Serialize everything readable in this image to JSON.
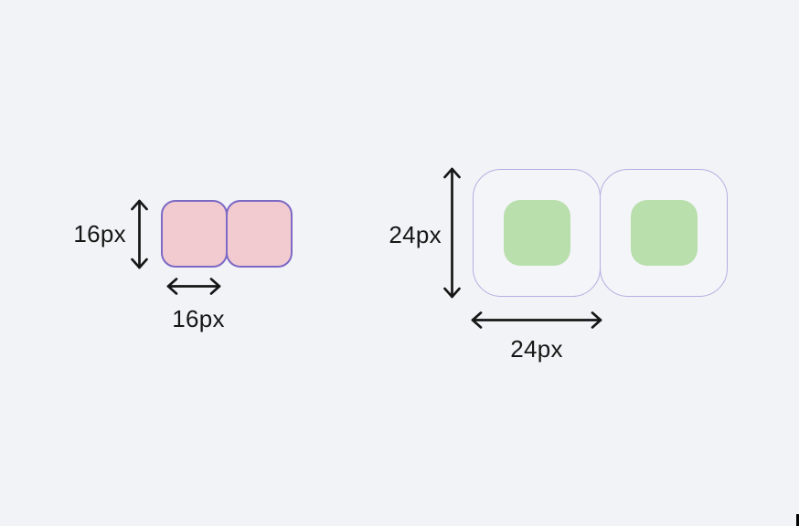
{
  "diagram": {
    "small_target": {
      "height_label": "16px",
      "width_label": "16px"
    },
    "large_target": {
      "height_label": "24px",
      "width_label": "24px"
    }
  },
  "colors": {
    "background": "#f2f3f6",
    "small_box_fill": "#f2cbd0",
    "small_box_border": "#7c69c5",
    "large_box_fill": "#f4f5f9",
    "large_box_border": "#b4ade2",
    "icon_fill": "#b8dfac",
    "arrow": "#161616",
    "label": "#161616",
    "corner_mark": "#000000"
  }
}
